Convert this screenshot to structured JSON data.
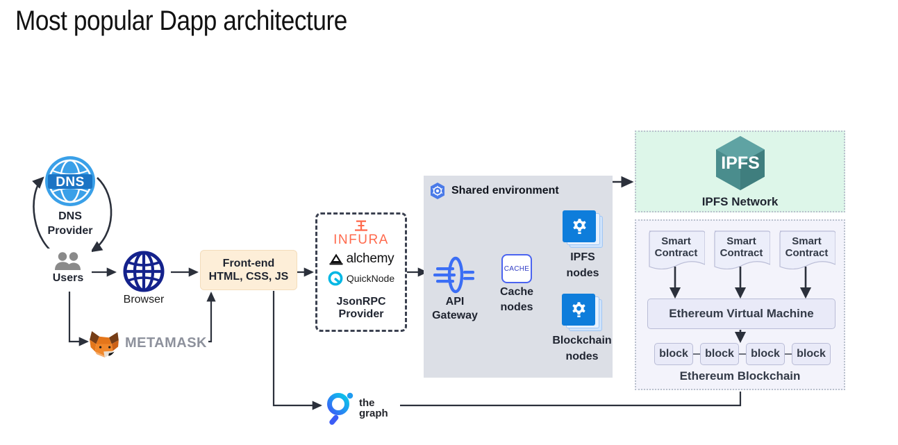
{
  "title": "Most popular Dapp architecture",
  "nodes": {
    "dns": {
      "label": "DNS\nProvider",
      "line1": "DNS",
      "line2": "Provider",
      "icon_text": "DNS",
      "color": "#2196e3"
    },
    "users": {
      "label": "Users",
      "icon": "users-icon"
    },
    "browser": {
      "label": "Browser",
      "icon": "globe-icon",
      "color": "#14228c"
    },
    "metamask": {
      "label": "METAMASK",
      "icon": "metamask-fox-icon"
    },
    "frontend": {
      "line1": "Front-end",
      "line2": "HTML, CSS, JS",
      "bg": "#fdeed8"
    },
    "jsonrpc": {
      "line1": "JsonRPC",
      "line2": "Provider",
      "providers": [
        {
          "name": "INFURA",
          "color": "#ff6a4d"
        },
        {
          "name": "alchemy",
          "color": "#0f0f10"
        },
        {
          "name": "QuickNode",
          "color": "#00b7e4"
        }
      ]
    },
    "shared_env": {
      "title": "Shared environment",
      "bg": "#dcdfe6",
      "icon": "kubernetes-hex-icon"
    },
    "api_gateway": {
      "line1": "API",
      "line2": "Gateway",
      "icon": "api-gateway-icon",
      "color": "#3b6ef5"
    },
    "cache": {
      "box_text": "CACHE",
      "line1": "Cache",
      "line2": "nodes",
      "border": "#4a63f0"
    },
    "ipfs_nodes": {
      "line1": "IPFS",
      "line2": "nodes",
      "icon": "gear-icon",
      "color": "#0e7ddb"
    },
    "blockchain_nodes": {
      "line1": "Blockchain",
      "line2": "nodes",
      "icon": "gear-icon",
      "color": "#0e7ddb"
    },
    "ipfs_network": {
      "label": "IPFS Network",
      "logo_text": "IPFS",
      "bg": "#ddf6e9",
      "logo_color": "#3f8c8c"
    },
    "eth_chain": {
      "label": "Ethereum Blockchain",
      "bg": "#f3f3fb",
      "contracts": [
        {
          "line1": "Smart",
          "line2": "Contract"
        },
        {
          "line1": "Smart",
          "line2": "Contract"
        },
        {
          "line1": "Smart",
          "line2": "Contract"
        }
      ],
      "evm": "Ethereum Virtual Machine",
      "blocks": [
        "block",
        "block",
        "block",
        "block"
      ]
    },
    "the_graph": {
      "line1": "the",
      "line2": "graph",
      "icon": "thegraph-logo-icon"
    }
  }
}
